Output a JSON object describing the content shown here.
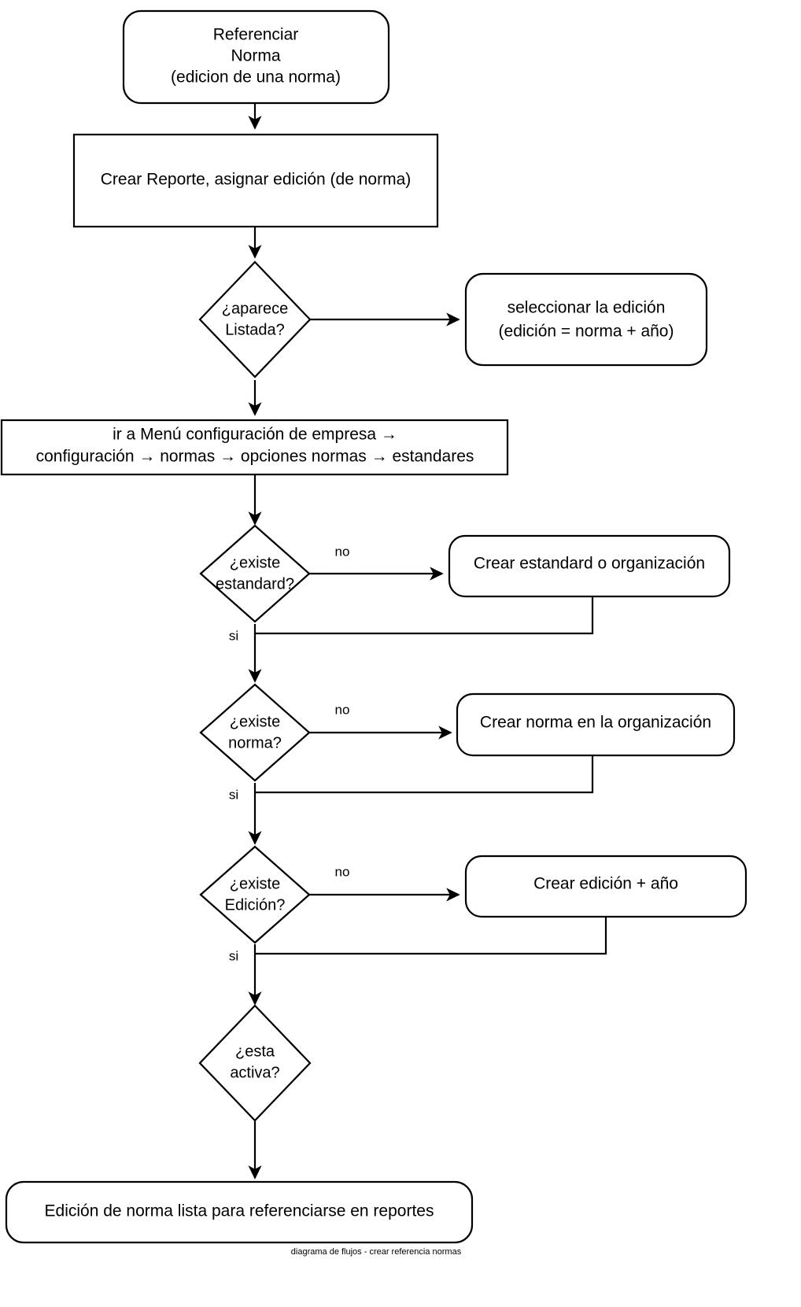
{
  "diagram": {
    "title_caption": "diagrama de flujos - crear referencia normas",
    "background_color": "#ffffff",
    "stroke_color": "#000000",
    "fill_color": "#ffffff",
    "nodes": {
      "start": {
        "shape": "rounded-rectangle",
        "lines": [
          "Referenciar",
          "Norma",
          "(edicion de una norma)"
        ]
      },
      "crear_reporte": {
        "shape": "rectangle",
        "lines": [
          "Crear Reporte, asignar edición (de norma)"
        ]
      },
      "aparece_listada": {
        "shape": "diamond",
        "lines": [
          "¿aparece",
          "Listada?"
        ]
      },
      "seleccionar_edicion": {
        "shape": "rounded-rectangle",
        "lines": [
          "seleccionar la edición",
          "(edición = norma + año)"
        ]
      },
      "ir_a_menu": {
        "shape": "rectangle",
        "lines": [
          "ir a Menú configuración de empresa →",
          "configuración → normas → opciones normas → estandares"
        ]
      },
      "existe_estandard": {
        "shape": "diamond",
        "lines": [
          "¿existe",
          "estandard?"
        ]
      },
      "crear_estandard": {
        "shape": "rounded-rectangle",
        "lines": [
          "Crear estandard o organización"
        ]
      },
      "existe_norma": {
        "shape": "diamond",
        "lines": [
          "¿existe",
          "norma?"
        ]
      },
      "crear_norma": {
        "shape": "rounded-rectangle",
        "lines": [
          "Crear norma en la organización"
        ]
      },
      "existe_edicion": {
        "shape": "diamond",
        "lines": [
          "¿existe",
          "Edición?"
        ]
      },
      "crear_edicion": {
        "shape": "rounded-rectangle",
        "lines": [
          "Crear edición + año"
        ]
      },
      "esta_activa": {
        "shape": "diamond",
        "lines": [
          "¿esta",
          "activa?"
        ]
      },
      "final": {
        "shape": "rounded-rectangle",
        "lines": [
          "Edición de norma lista para referenciarse en reportes"
        ]
      }
    },
    "edge_labels": {
      "estandard_no": "no",
      "estandard_si": "si",
      "norma_no": "no",
      "norma_si": "si",
      "edicion_no": "no",
      "edicion_si": "si"
    }
  }
}
